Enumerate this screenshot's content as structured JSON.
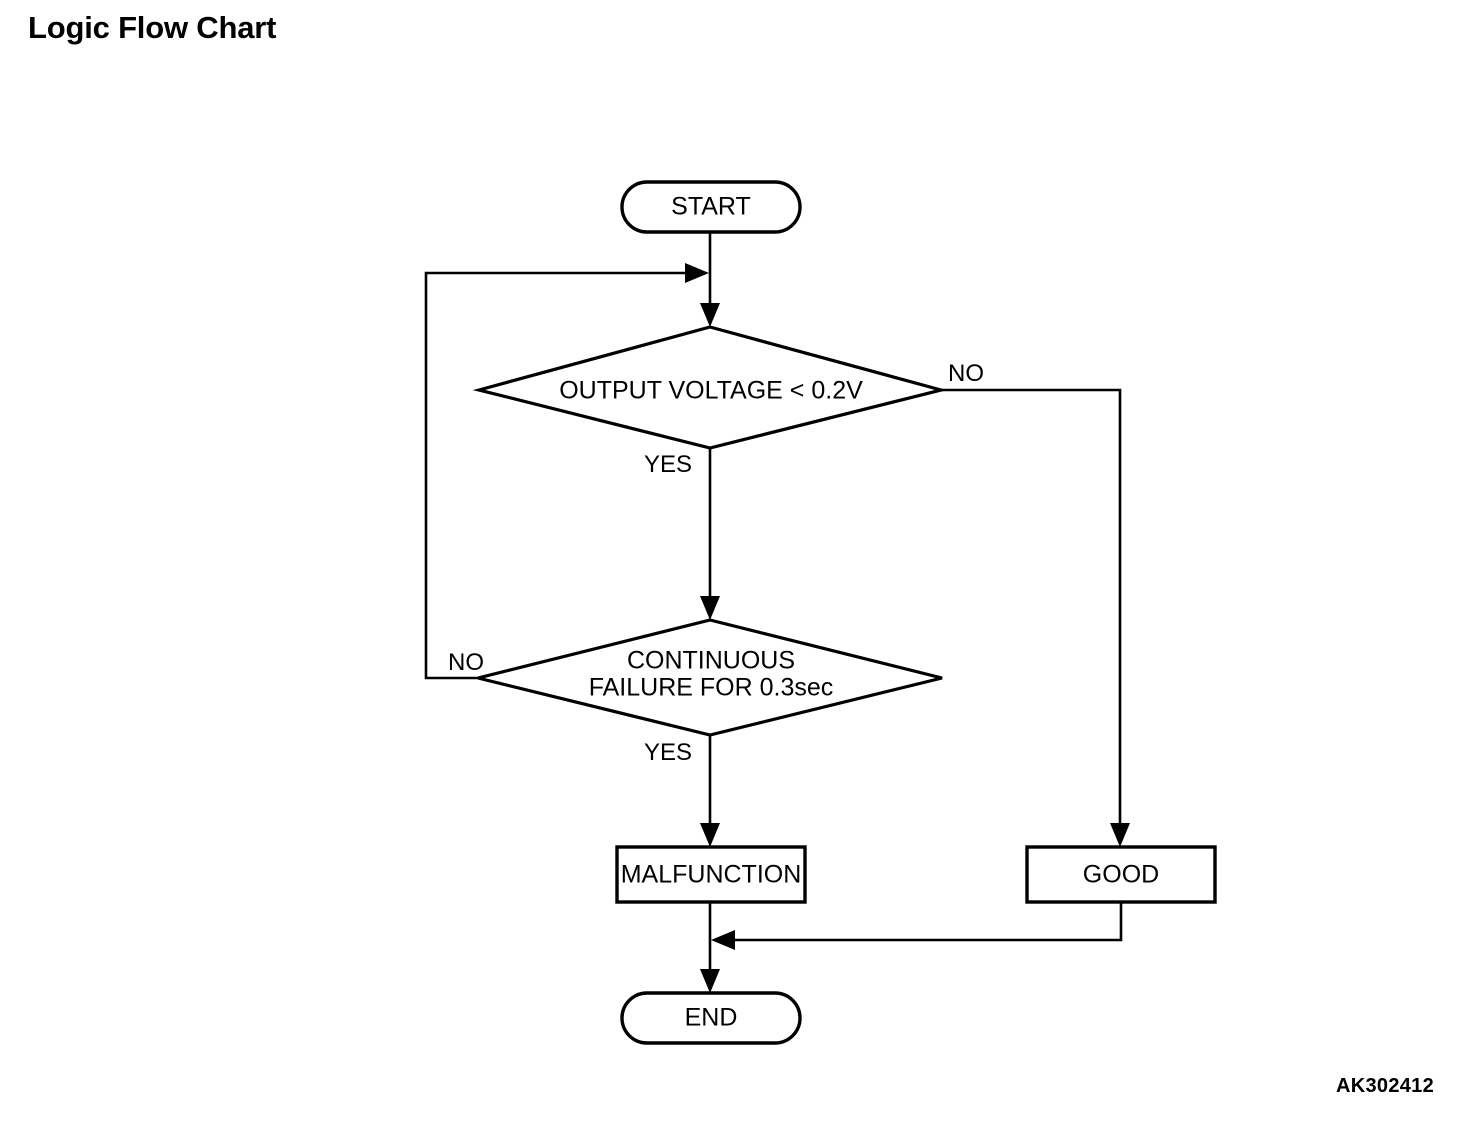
{
  "page": {
    "title": "Logic Flow Chart",
    "reference_code": "AK302412",
    "background_color": "#ffffff",
    "line_color": "#000000"
  },
  "chart_data": {
    "type": "diagram",
    "diagram_kind": "flowchart",
    "title": "Logic Flow Chart",
    "nodes": [
      {
        "id": "start",
        "shape": "terminator",
        "label": "START"
      },
      {
        "id": "decision1",
        "shape": "decision",
        "label": "OUTPUT VOLTAGE < 0.2V"
      },
      {
        "id": "decision2",
        "shape": "decision",
        "label_line1": "CONTINUOUS",
        "label_line2": "FAILURE FOR 0.3sec"
      },
      {
        "id": "malfunction",
        "shape": "process",
        "label": "MALFUNCTION"
      },
      {
        "id": "good",
        "shape": "process",
        "label": "GOOD"
      },
      {
        "id": "end",
        "shape": "terminator",
        "label": "END"
      }
    ],
    "edges": [
      {
        "from": "start",
        "to": "decision1",
        "label": ""
      },
      {
        "from": "decision1",
        "to": "decision2",
        "label": "YES"
      },
      {
        "from": "decision1",
        "to": "good",
        "label": "NO"
      },
      {
        "from": "decision2",
        "to": "malfunction",
        "label": "YES"
      },
      {
        "from": "decision2",
        "to": "decision1",
        "label": "NO"
      },
      {
        "from": "malfunction",
        "to": "end",
        "label": ""
      },
      {
        "from": "good",
        "to": "end",
        "label": ""
      }
    ]
  },
  "flowchart": {
    "start_label": "START",
    "decision1_label": "OUTPUT VOLTAGE < 0.2V",
    "decision1_yes": "YES",
    "decision1_no": "NO",
    "decision2_line1": "CONTINUOUS",
    "decision2_line2": "FAILURE FOR 0.3sec",
    "decision2_yes": "YES",
    "decision2_no": "NO",
    "malfunction_label": "MALFUNCTION",
    "good_label": "GOOD",
    "end_label": "END"
  }
}
